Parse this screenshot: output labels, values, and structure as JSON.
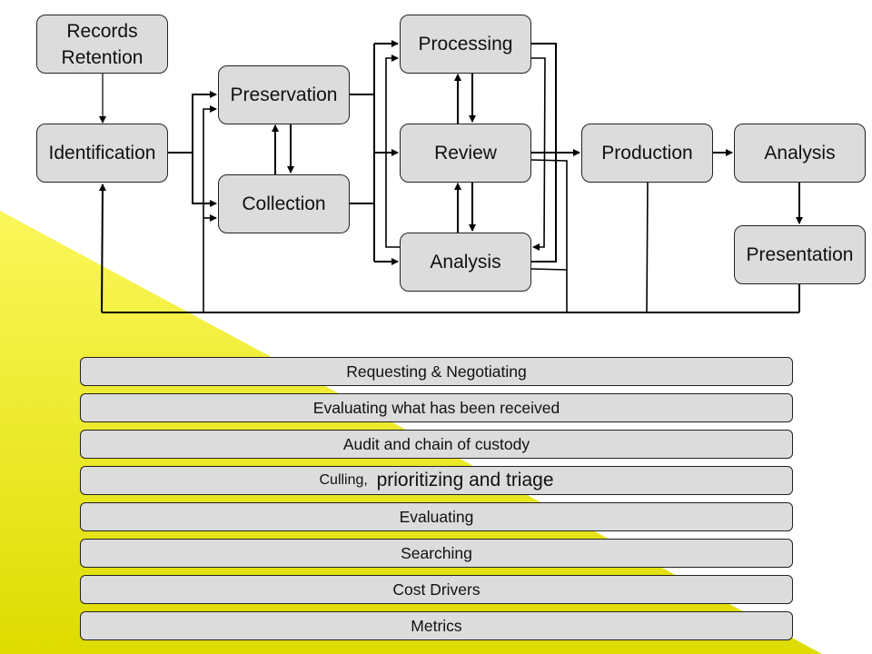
{
  "colors": {
    "background": "#ffffff",
    "triangle_top": "#fbf75a",
    "triangle_bottom": "#dedc00",
    "node_fill": "#dcdcdc",
    "stroke": "#000000"
  },
  "flow": {
    "nodes": {
      "records_retention": "Records Retention",
      "identification": "Identification",
      "preservation": "Preservation",
      "collection": "Collection",
      "processing": "Processing",
      "review": "Review",
      "analysis_mid": "Analysis",
      "production": "Production",
      "analysis_right": "Analysis",
      "presentation": "Presentation"
    },
    "edges": [
      {
        "from": "Records Retention",
        "to": "Identification"
      },
      {
        "from": "Identification",
        "to": "Preservation"
      },
      {
        "from": "Identification",
        "to": "Collection"
      },
      {
        "from": "Preservation",
        "to": "Collection"
      },
      {
        "from": "Collection",
        "to": "Preservation"
      },
      {
        "from": "Preservation",
        "to": "Processing"
      },
      {
        "from": "Preservation",
        "to": "Review"
      },
      {
        "from": "Preservation",
        "to": "Analysis"
      },
      {
        "from": "Collection",
        "to": "Processing"
      },
      {
        "from": "Collection",
        "to": "Review"
      },
      {
        "from": "Collection",
        "to": "Analysis"
      },
      {
        "from": "Processing",
        "to": "Review"
      },
      {
        "from": "Review",
        "to": "Processing"
      },
      {
        "from": "Review",
        "to": "Analysis"
      },
      {
        "from": "Analysis",
        "to": "Review"
      },
      {
        "from": "Processing",
        "to": "Analysis"
      },
      {
        "from": "Analysis",
        "to": "Processing"
      },
      {
        "from": "Review",
        "to": "Production"
      },
      {
        "from": "Production",
        "to": "Analysis (right)"
      },
      {
        "from": "Analysis (right)",
        "to": "Presentation"
      },
      {
        "from": "Presentation / Production / Review / Analysis",
        "to": "Identification (feedback loop)"
      },
      {
        "from": "Feedback loop",
        "to": "Preservation & Collection"
      }
    ]
  },
  "bars": [
    {
      "label": "Requesting & Negotiating"
    },
    {
      "label": "Evaluating what has been received"
    },
    {
      "label": "Audit and chain of custody"
    },
    {
      "label_small": "Culling,",
      "label_big": "prioritizing and triage"
    },
    {
      "label": "Evaluating"
    },
    {
      "label": "Searching"
    },
    {
      "label": "Cost Drivers"
    },
    {
      "label": "Metrics"
    }
  ]
}
